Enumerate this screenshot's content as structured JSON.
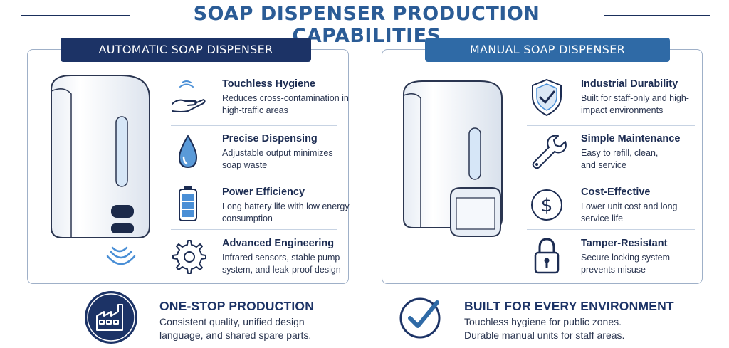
{
  "title": "SOAP DISPENSER PRODUCTION CAPABILITIES",
  "automatic": {
    "heading": "AUTOMATIC SOAP DISPENSER",
    "features": [
      {
        "icon": "touchless-hand-icon",
        "title": "Touchless Hygiene",
        "desc": "Reduces cross-contamination in high-traffic areas"
      },
      {
        "icon": "water-drop-icon",
        "title": "Precise Dispensing",
        "desc": "Adjustable output minimizes soap waste"
      },
      {
        "icon": "battery-icon",
        "title": "Power Efficiency",
        "desc": "Long battery life with low energy consumption"
      },
      {
        "icon": "gear-icon",
        "title": "Advanced Engineering",
        "desc": "Infrared sensors, stable pump system, and leak-proof design"
      }
    ]
  },
  "manual": {
    "heading": "MANUAL SOAP DISPENSER",
    "features": [
      {
        "icon": "shield-check-icon",
        "title": "Industrial Durability",
        "desc": "Built for staff-only and high-impact environments"
      },
      {
        "icon": "wrench-icon",
        "title": "Simple Maintenance",
        "desc": "Easy to refill, clean, and service"
      },
      {
        "icon": "dollar-icon",
        "title": "Cost-Effective",
        "desc": "Lower unit cost and long service life"
      },
      {
        "icon": "padlock-icon",
        "title": "Tamper-Resistant",
        "desc": "Secure locking system prevents misuse"
      }
    ]
  },
  "bottom": {
    "left": {
      "icon": "factory-icon",
      "title": "ONE-STOP PRODUCTION",
      "lines": [
        "Consistent quality, unified design",
        "language, and shared spare parts."
      ]
    },
    "right": {
      "icon": "checkmark-icon",
      "title": "BUILT FOR EVERY ENVIRONMENT",
      "lines": [
        "Touchless hygiene for public zones.",
        "Durable manual units for staff areas."
      ]
    }
  },
  "colors": {
    "navy": "#1c3366",
    "blue": "#2f6aa6",
    "title_blue": "#2b5c96",
    "sensor_blue": "#4a8fd6"
  }
}
